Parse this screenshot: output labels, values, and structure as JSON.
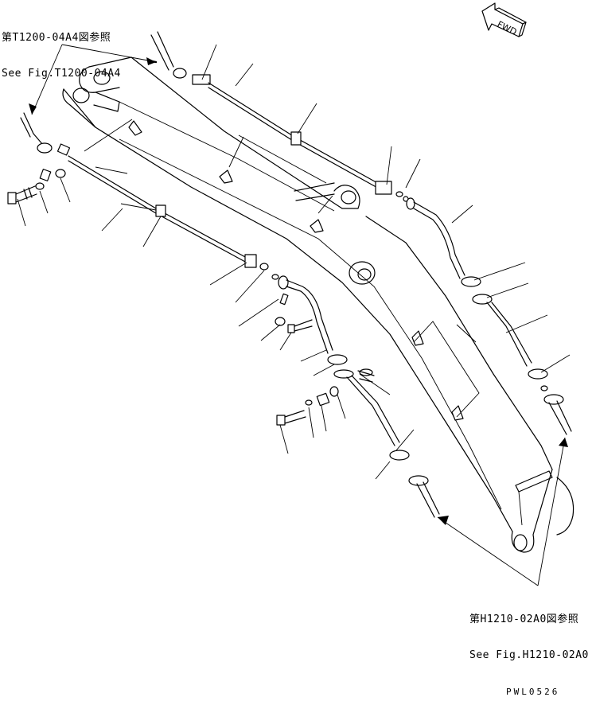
{
  "references": {
    "top": {
      "jp": "第T1200-04A4図参照",
      "en": "See Fig.T1200-04A4"
    },
    "bottom": {
      "jp": "第H1210-02A0図参照",
      "en": "See Fig.H1210-02A0"
    }
  },
  "direction_indicator": "FWD",
  "drawing_code": "PWL0526"
}
